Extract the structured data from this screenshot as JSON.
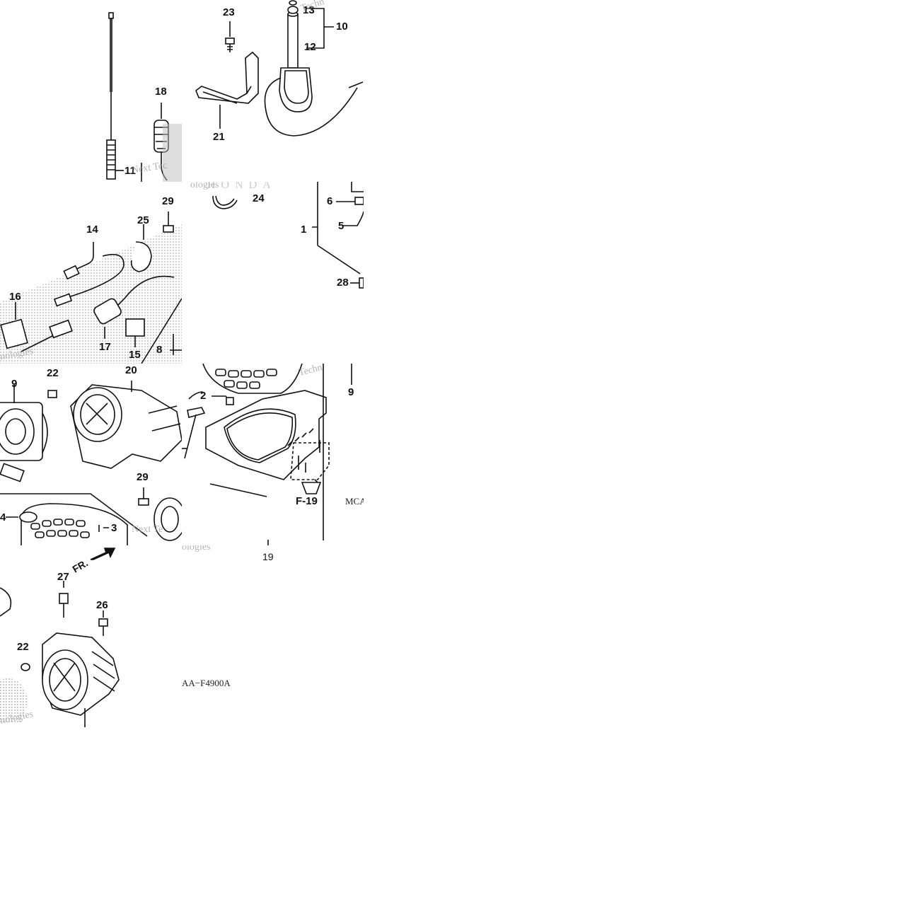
{
  "callouts": {
    "t1": [
      "11",
      "18"
    ],
    "t2": [
      "23",
      "21",
      "13",
      "12",
      "10"
    ],
    "t3": [
      "14",
      "25",
      "29",
      "16",
      "17",
      "15",
      "8"
    ],
    "t4": [
      "24",
      "6",
      "1",
      "5",
      "28"
    ],
    "t5": [
      "9",
      "22",
      "20",
      "29",
      "4",
      "3"
    ],
    "t6": [
      "2",
      "9"
    ],
    "t7": [
      "27",
      "26",
      "22"
    ]
  },
  "labels": {
    "ref": "F-19",
    "code_right": "MCA",
    "code_bottom": "AA−F4900A",
    "part_19": "19",
    "front": "FR."
  },
  "watermarks": {
    "w1": "Next Tec",
    "w2": "ologies",
    "w3": "Techn",
    "w4": "nologies",
    "w5": "Next Te",
    "w6": "HONDA",
    "w7": "ologies",
    "w8": "ologies"
  },
  "colors": {
    "ink": "#111111",
    "watermark": "#9a9a9a",
    "background": "#ffffff"
  }
}
